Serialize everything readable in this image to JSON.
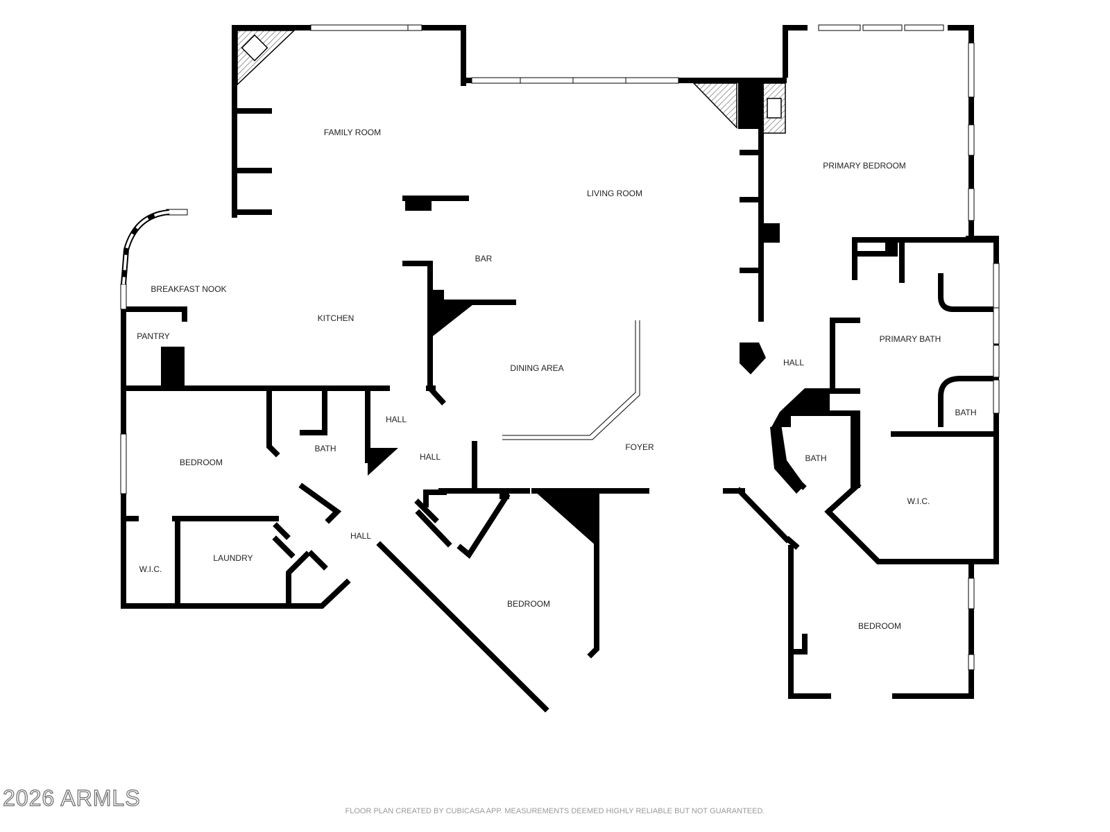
{
  "rooms": {
    "family_room": "FAMILY ROOM",
    "living_room": "LIVING ROOM",
    "primary_bedroom": "PRIMARY BEDROOM",
    "bar": "BAR",
    "breakfast_nook": "BREAKFAST NOOK",
    "kitchen": "KITCHEN",
    "pantry": "PANTRY",
    "dining_area": "DINING AREA",
    "hall_right": "HALL",
    "primary_bath": "PRIMARY BATH",
    "hall_top": "HALL",
    "bath_right_small": "BATH",
    "bedroom_left": "BEDROOM",
    "bath_left": "BATH",
    "hall_mid": "HALL",
    "foyer": "FOYER",
    "bath_center": "BATH",
    "wic_right": "W.I.C.",
    "hall_lower": "HALL",
    "wic_left": "W.I.C.",
    "laundry": "LAUNDRY",
    "bedroom_center": "BEDROOM",
    "bedroom_right": "BEDROOM"
  },
  "watermark": "2026 ARMLS",
  "footer": "FLOOR PLAN CREATED BY CUBICASA APP. MEASUREMENTS DEEMED HIGHLY RELIABLE BUT NOT GUARANTEED.",
  "colors": {
    "wall": "#000000",
    "window": "#ffffff",
    "background": "#ffffff"
  }
}
